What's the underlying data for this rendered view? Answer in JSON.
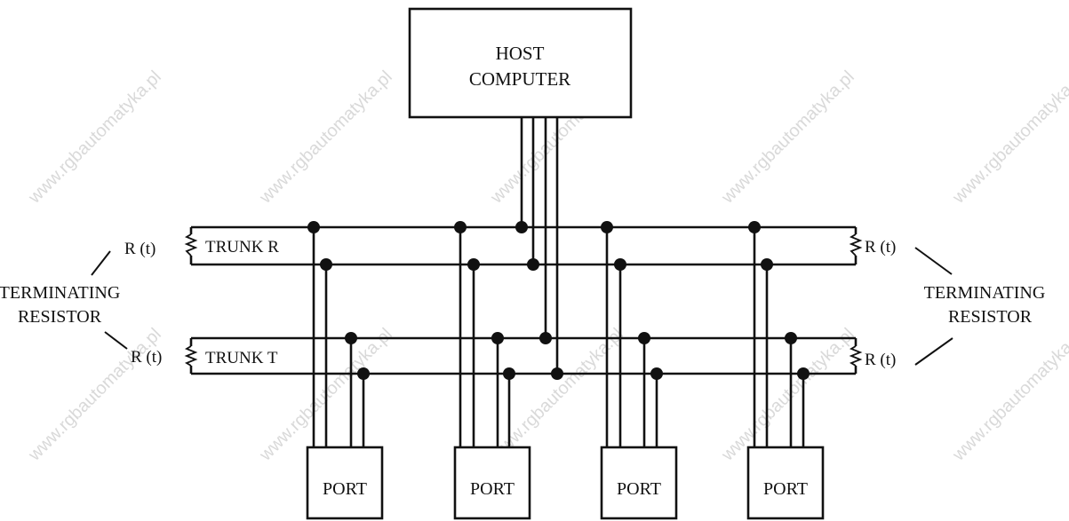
{
  "host": {
    "line1": "HOST",
    "line2": "COMPUTER"
  },
  "trunk_r": {
    "label": "TRUNK R"
  },
  "trunk_t": {
    "label": "TRUNK T"
  },
  "resistor_label": "R (t)",
  "left_callout": {
    "line1": "TERMINATING",
    "line2": "RESISTOR"
  },
  "right_callout": {
    "line1": "TERMINATING",
    "line2": "RESISTOR"
  },
  "ports": [
    "PORT",
    "PORT",
    "PORT",
    "PORT"
  ],
  "watermark": "www.rgbautomatyka.pl",
  "colors": {
    "ink": "#111111",
    "watermark": "#d9d9d9",
    "background": "#ffffff"
  }
}
